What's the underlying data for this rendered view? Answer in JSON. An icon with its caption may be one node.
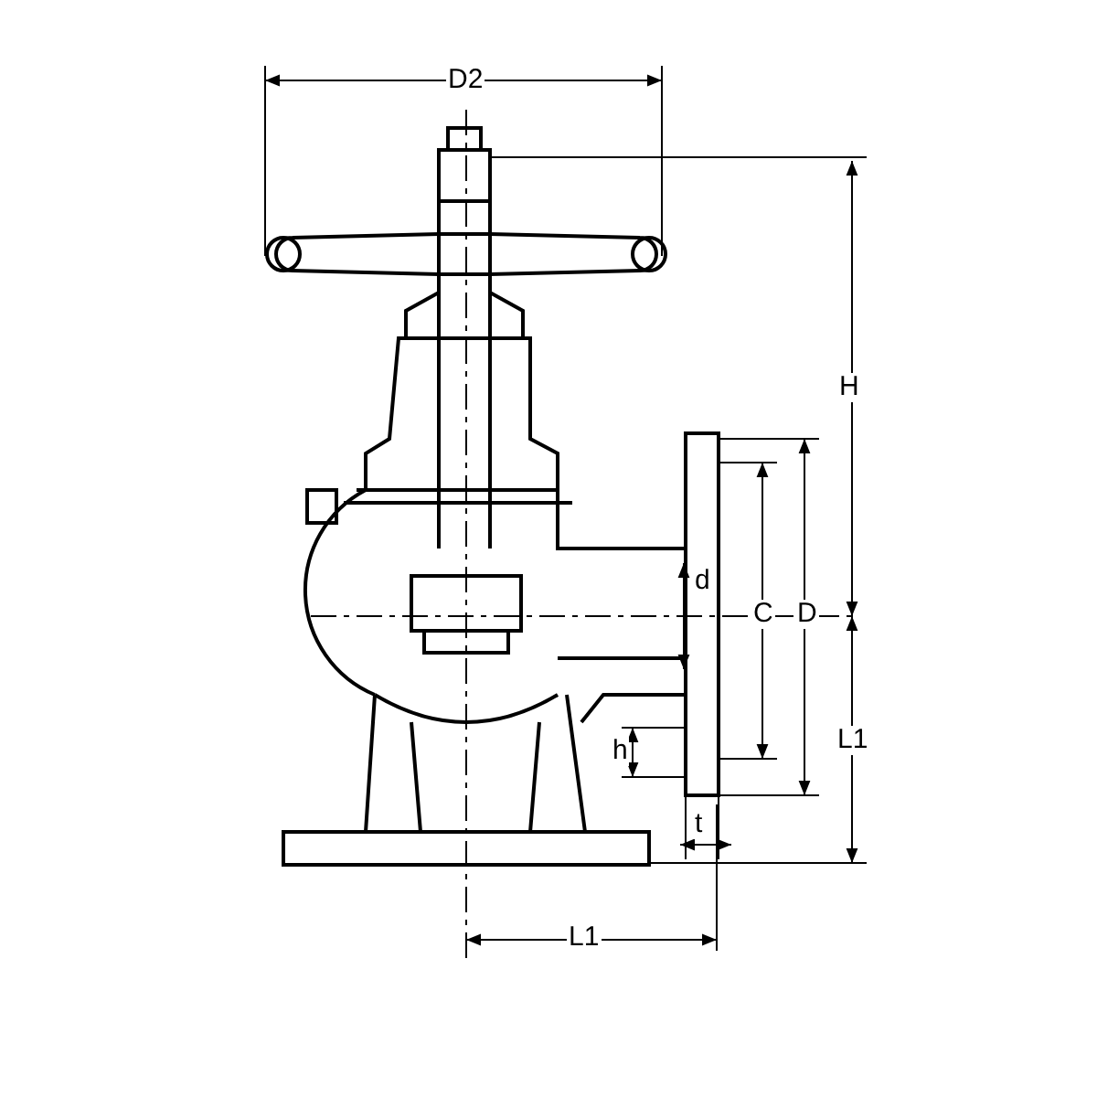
{
  "diagram": {
    "labels": [
      "D2",
      "H",
      "d",
      "C",
      "D",
      "h",
      "L1",
      "t",
      "L1"
    ]
  }
}
